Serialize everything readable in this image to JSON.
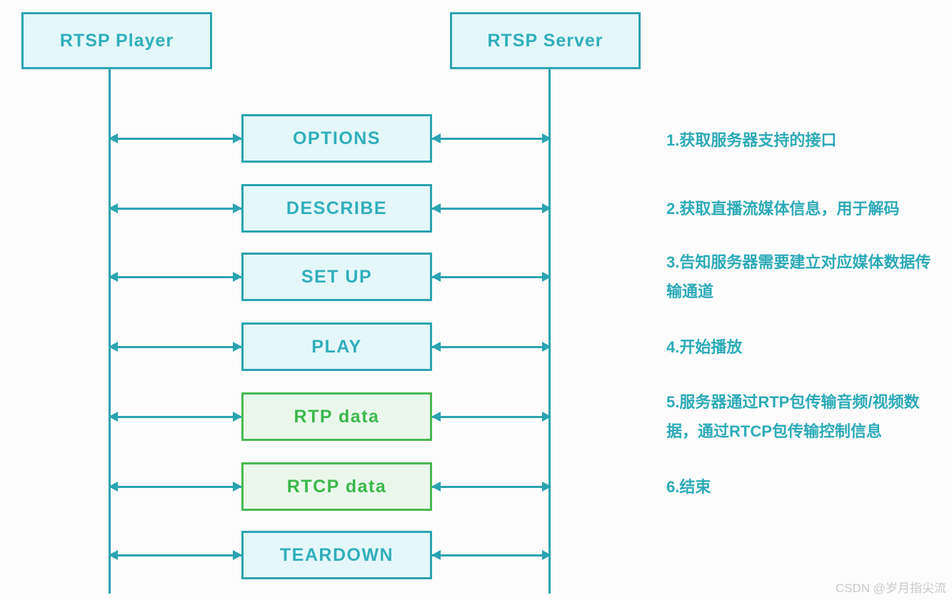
{
  "actors": [
    {
      "label": "RTSP Player"
    },
    {
      "label": "RTSP Server"
    }
  ],
  "steps": [
    {
      "label": "OPTIONS",
      "variant": "cyan",
      "note": "1.获取服务器支持的接口"
    },
    {
      "label": "DESCRIBE",
      "variant": "cyan",
      "note": "2.获取直播流媒体信息，用于解码"
    },
    {
      "label": "SET UP",
      "variant": "cyan",
      "note": "3.告知服务器需要建立对应媒体数据传输通道"
    },
    {
      "label": "PLAY",
      "variant": "cyan",
      "note": "4.开始播放"
    },
    {
      "label": "RTP data",
      "variant": "green",
      "note": "5.服务器通过RTP包传输音频/视频数据，通过RTCP包传输控制信息"
    },
    {
      "label": "RTCP data",
      "variant": "green",
      "note": "6.结束"
    },
    {
      "label": "TEARDOWN",
      "variant": "cyan",
      "note": ""
    }
  ],
  "watermark": "CSDN @岁月指尖流",
  "colors": {
    "teal_line": "#2BA3B1",
    "teal_text": "#31AEBC",
    "cyan_fill": "#E4F7FA",
    "green_line": "#48B852",
    "green_text": "#3CB84A",
    "green_fill": "#EAF8EC",
    "note_text": "#2CAAB8",
    "watermark_text": "#C9C9C9",
    "background": "#FCFCFC"
  }
}
